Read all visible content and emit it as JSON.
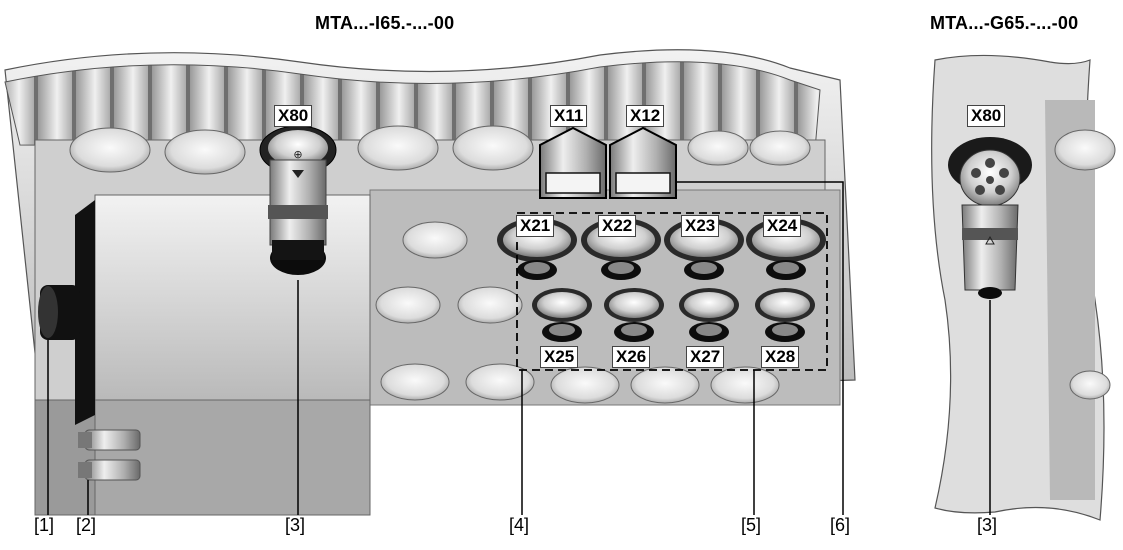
{
  "titles": {
    "left": "MTA...-I65.-...-00",
    "right": "MTA...-G65.-...-00"
  },
  "connectors": {
    "x80_left": "X80",
    "x80_right": "X80",
    "x11": "X11",
    "x12": "X12",
    "x21": "X21",
    "x22": "X22",
    "x23": "X23",
    "x24": "X24",
    "x25": "X25",
    "x26": "X26",
    "x27": "X27",
    "x28": "X28"
  },
  "callouts": {
    "c1": "[1]",
    "c2": "[2]",
    "c3_left": "[3]",
    "c4": "[4]",
    "c5": "[5]",
    "c6": "[6]",
    "c3_right": "[3]"
  },
  "colors": {
    "housing_light": "#e4e4e4",
    "housing_mid": "#bdbdbd",
    "housing_dark": "#8a8a8a",
    "black": "#111111",
    "dashed_frame": "#000000"
  }
}
